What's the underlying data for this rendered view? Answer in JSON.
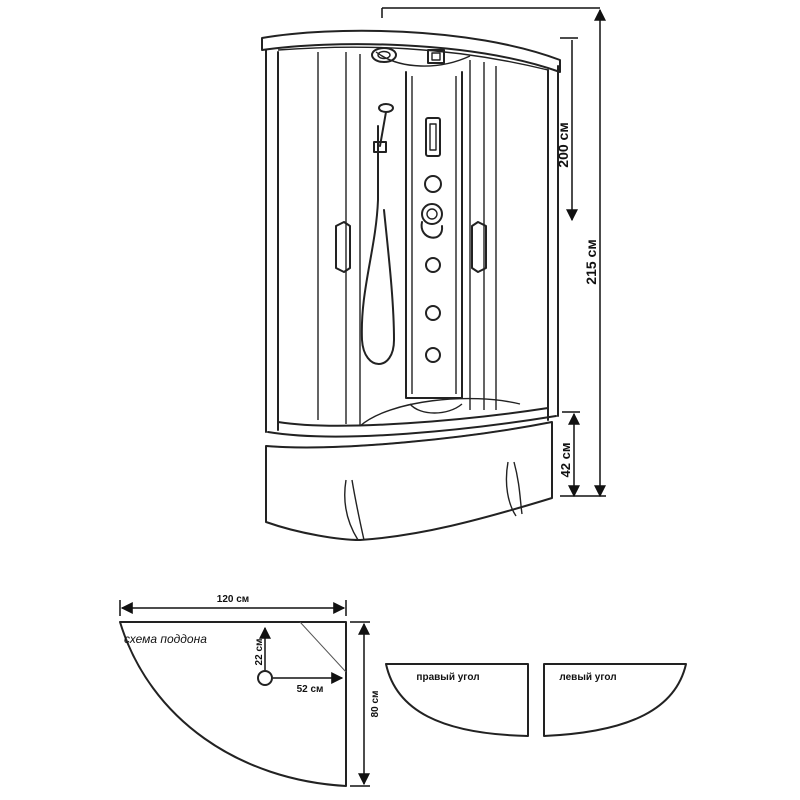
{
  "cabin": {
    "dim_height_total": "215 см",
    "dim_height_door": "200 см",
    "dim_height_tray": "42 см"
  },
  "tray": {
    "title": "схема поддона",
    "dim_width": "120 см",
    "dim_depth": "80 см",
    "dim_drain_y": "22 см",
    "dim_drain_x": "52 см"
  },
  "variants": {
    "right_corner": "правый угол",
    "left_corner": "левый угол"
  }
}
